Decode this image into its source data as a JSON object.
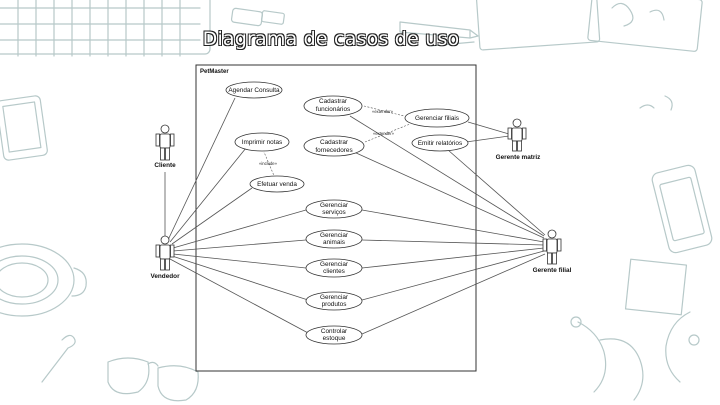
{
  "title": "Diagrama de casos de uso",
  "system": {
    "name": "PetMaster"
  },
  "actors": {
    "cliente": "Cliente",
    "vendedor": "Vendedor",
    "gerente_matriz": "Gerente matriz",
    "gerente_filial": "Gerente filial"
  },
  "use_cases": {
    "agendar": "Agendar Consulta",
    "imprimir": "Imprimir notas",
    "efetuar": "Efetuar venda",
    "cad_func_1": "Cadastrar",
    "cad_func_2": "funcionários",
    "cad_forn_1": "Cadastrar",
    "cad_forn_2": "fornecedores",
    "ger_filiais": "Gerenciar filiais",
    "emitir": "Emitir relatórios",
    "ger_serv_1": "Gerenciar",
    "ger_serv_2": "serviços",
    "ger_anim_1": "Gerenciar",
    "ger_anim_2": "animais",
    "ger_cli_1": "Gerenciar",
    "ger_cli_2": "clientes",
    "ger_prod_1": "Gerenciar",
    "ger_prod_2": "produtos",
    "ctrl_est_1": "Controlar",
    "ctrl_est_2": "estoque"
  },
  "relations": {
    "extend_1": "«extender»",
    "extend_2": "«extender»",
    "include": "«include»"
  }
}
